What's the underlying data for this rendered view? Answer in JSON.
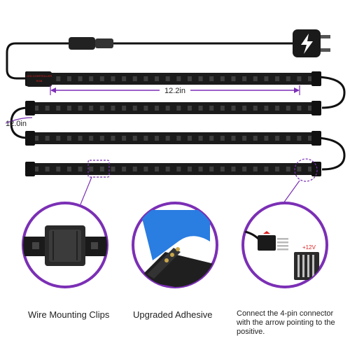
{
  "dimensions": {
    "strip_length": "12.2in",
    "strip_spacing": "12.0in"
  },
  "controller": {
    "label_line1": "LED CONTROLLER",
    "label_line2": "RGB"
  },
  "features": [
    {
      "caption": "Wire Mounting Clips"
    },
    {
      "caption": "Upgraded Adhesive"
    },
    {
      "caption": "Connect the 4-pin connector with the arrow pointing to the positive."
    }
  ],
  "connector_label": "+12V",
  "colors": {
    "accent": "#7b2fb5",
    "strip": "#1b1b1b",
    "adhesive": "#2a7de1"
  },
  "icons": [
    "power-plug-icon",
    "lightning-bolt-icon"
  ]
}
